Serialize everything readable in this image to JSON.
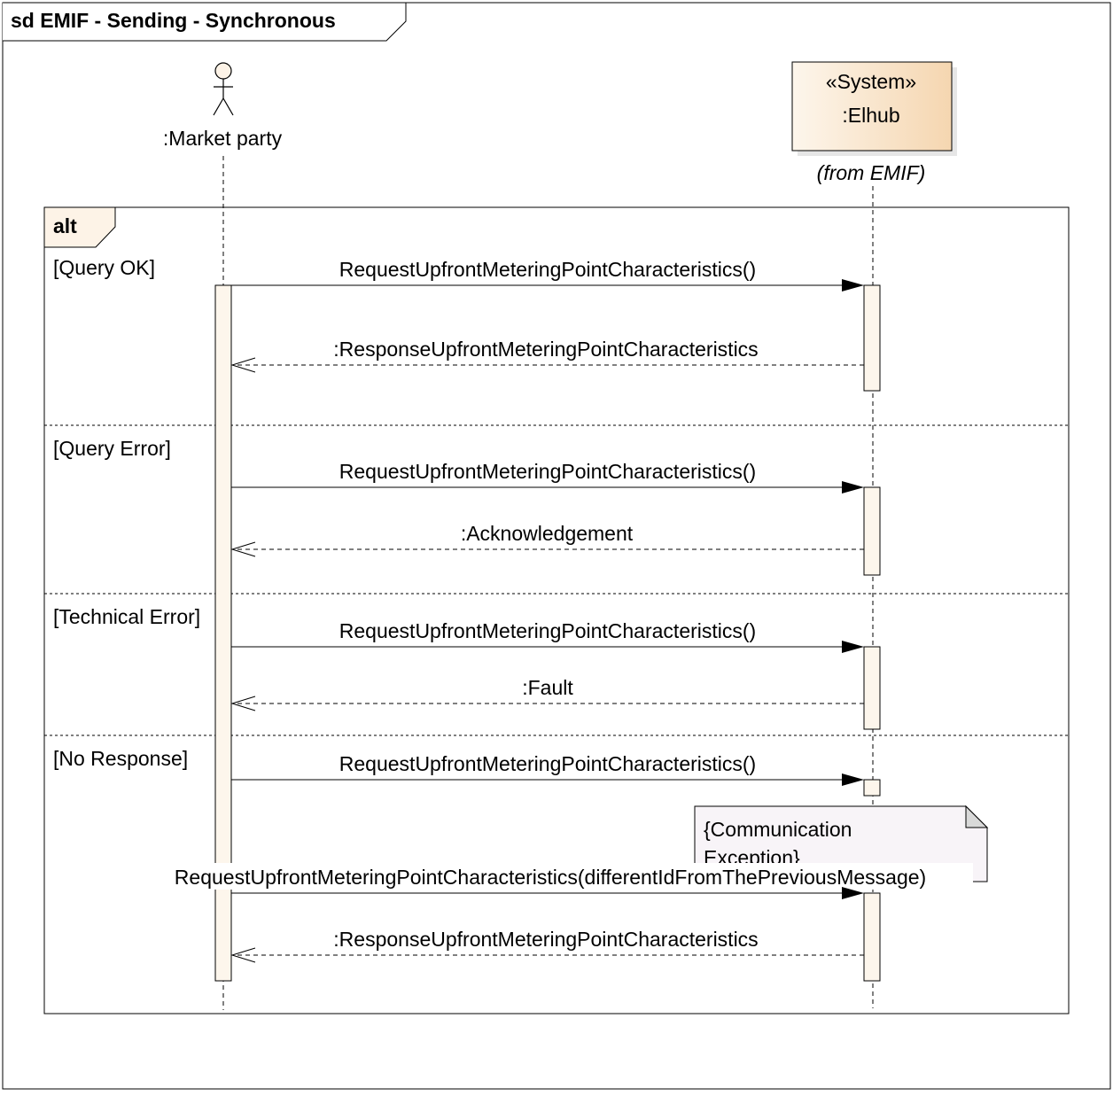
{
  "diagram": {
    "frame_label": "sd EMIF - Sending - Synchronous",
    "participants": {
      "market_party": {
        "label": ":Market party"
      },
      "elhub": {
        "stereotype": "«System»",
        "label": ":Elhub",
        "origin": "(from EMIF)"
      }
    },
    "fragment": {
      "operator": "alt",
      "operands": [
        {
          "guard": "[Query OK]",
          "messages": [
            {
              "label": "RequestUpfrontMeteringPointCharacteristics()",
              "kind": "sync"
            },
            {
              "label": ":ResponseUpfrontMeteringPointCharacteristics",
              "kind": "reply"
            }
          ]
        },
        {
          "guard": "[Query Error]",
          "messages": [
            {
              "label": "RequestUpfrontMeteringPointCharacteristics()",
              "kind": "sync"
            },
            {
              "label": ":Acknowledgement",
              "kind": "reply"
            }
          ]
        },
        {
          "guard": "[Technical Error]",
          "messages": [
            {
              "label": "RequestUpfrontMeteringPointCharacteristics()",
              "kind": "sync"
            },
            {
              "label": ":Fault",
              "kind": "reply"
            }
          ]
        },
        {
          "guard": "[No Response]",
          "messages": [
            {
              "label": "RequestUpfrontMeteringPointCharacteristics()",
              "kind": "sync"
            },
            {
              "label": "RequestUpfrontMeteringPointCharacteristics(differentIdFromThePreviousMessage)",
              "kind": "sync"
            },
            {
              "label": ":ResponseUpfrontMeteringPointCharacteristics",
              "kind": "reply"
            }
          ]
        }
      ]
    },
    "note": {
      "line1": "{Communication",
      "line2": "Exception}"
    },
    "colors": {
      "activation_fill": "#fdf6ec",
      "note_fill": "#f8f4f8",
      "note_fold": "#d9d9d9",
      "class_box_gradient_start": "#fdf6ec",
      "class_box_gradient_end": "#f5d6b0"
    }
  }
}
